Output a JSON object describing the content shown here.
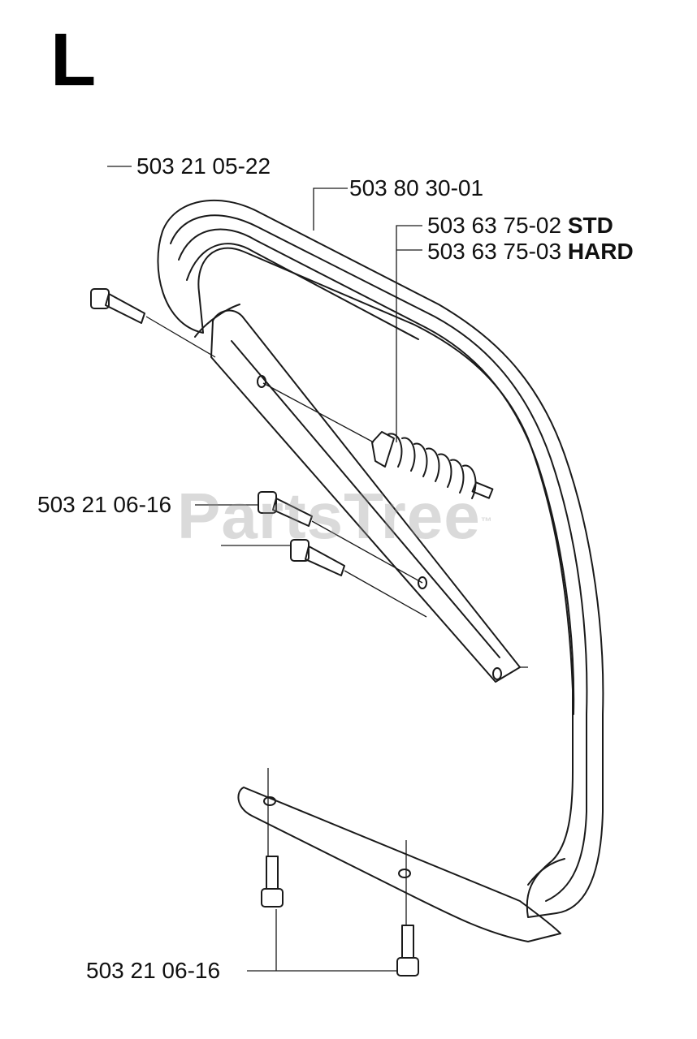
{
  "section": {
    "letter": "L"
  },
  "watermark": {
    "text": "PartsTree",
    "tm": "™"
  },
  "callouts": [
    {
      "part": "503 21 05-22",
      "suffix": ""
    },
    {
      "part": "503 80 30-01",
      "suffix": ""
    },
    {
      "part": "503 63 75-02",
      "suffix": "STD"
    },
    {
      "part": "503 63 75-03",
      "suffix": "HARD"
    },
    {
      "part": "503 21 06-16",
      "suffix": ""
    },
    {
      "part": "503 21 06-16",
      "suffix": ""
    }
  ],
  "colors": {
    "line": "#1a1a1a",
    "watermark": "#969696",
    "background": "#ffffff"
  }
}
